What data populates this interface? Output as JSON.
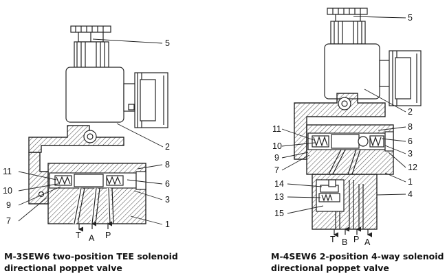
{
  "left_figure": {
    "callouts": [
      "5",
      "2",
      "8",
      "6",
      "3",
      "1",
      "11",
      "10",
      "9",
      "7"
    ],
    "ports": [
      "T",
      "A",
      "P"
    ],
    "caption_line1": "M-3SEW6 two-position TEE solenoid",
    "caption_line2": "directional poppet valve"
  },
  "right_figure": {
    "callouts": [
      "5",
      "2",
      "8",
      "6",
      "3",
      "12",
      "1",
      "4",
      "11",
      "10",
      "9",
      "7",
      "14",
      "13",
      "15"
    ],
    "ports": [
      "T",
      "B",
      "P",
      "A"
    ],
    "caption_line1": "M-4SEW6 2-position 4-way solenoid",
    "caption_line2": "directional poppet valve"
  },
  "colors": {
    "line": "#222222",
    "hatch": "#555555",
    "fill": "#ffffff"
  }
}
